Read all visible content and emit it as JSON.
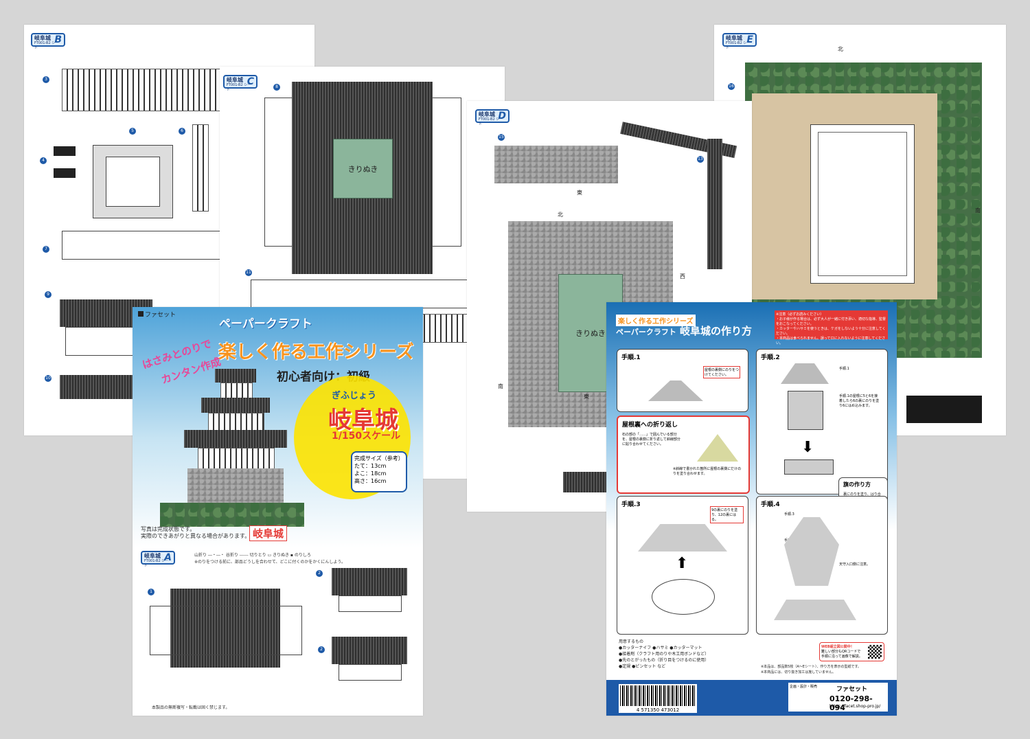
{
  "sheets": {
    "b": {
      "name": "岐阜城",
      "code": "FT001-B2 シート",
      "letter": "B"
    },
    "c": {
      "name": "岐阜城",
      "code": "FT001-B2 シート",
      "letter": "C",
      "cut_label": "きりぬき"
    },
    "d": {
      "name": "岐阜城",
      "code": "FT001-B2 シート",
      "letter": "D",
      "cut_label": "きりぬき",
      "dir_north": "北",
      "dir_east": "東",
      "dir_south": "南",
      "dir_west": "西"
    },
    "e": {
      "name": "岐阜城",
      "code": "FT001-B2 シート",
      "letter": "E",
      "dir_north": "北",
      "dir_south": "南"
    },
    "a": {
      "name": "岐阜城",
      "code": "FT001-B2 シート",
      "letter": "A",
      "legend": "山折り ―・―・ 谷折り ------ 切りとり ▭ きりぬき ▪ のりしろ",
      "legend_note": "※のりをつける前に、部品どうしを合わせて、どこに付くのかをかくにんしよう。",
      "footer": "本製品の無断複写・転載は固く禁じます。"
    }
  },
  "cover": {
    "brand": "ファセット",
    "kicker": "ペーパークラフト",
    "series": "楽しく作る工作シリーズ",
    "tagline_1": "はさみとのりで",
    "tagline_2": "カンタン作成",
    "level": "初心者向け：初級",
    "reading": "ぎふじょう",
    "title": "岐阜城",
    "scale": "1/150スケール",
    "size_heading": "完成サイズ（参考）",
    "size_h": "たて：13cm",
    "size_w": "よこ：18cm",
    "size_d": "高さ：16cm",
    "photo_note_1": "写真は完成状態です。",
    "photo_note_2": "実際のできあがりと異なる場合があります。",
    "nameplate": "岐阜城"
  },
  "manual": {
    "series": "楽しく作る工作シリーズ",
    "kicker": "ペーパークラフト",
    "title": "岐阜城の作り方",
    "notice_title": "※注意（必ずお読みください）",
    "notice_lines": [
      "・お子様が作る場合は、必ず大人が一緒に付き添い、適切な指導、監督をおこなってください。",
      "・カッターやハサミを使うときは、ケガをしないよう十分に注意してください。",
      "・本商品は食べられません。誤って口に入れないように注意してください。"
    ],
    "step1": "手順.1",
    "step1_note": "屋根の裏側にのりをつけてください。",
    "step2": "手順.2",
    "step2_note_1": "手順.1",
    "step2_note_2": "手順.1の屋根に5と6を接着したら6の裏にのりを塗り6にはめ込みます。",
    "fold_title": "屋根裏への折り返し",
    "fold_note": "石の部の「……」で囲んでいる部分を、屋根の裏側に折り返して斜線部分に貼り合わせてください。",
    "fold_note_2": "※斜線で書かれた箇所に屋根の裏側にだけのりを塗り合わせます。",
    "step3": "手順.3",
    "step3_note": "9の裏にのりを塗り、12の裏にはる。",
    "step4": "手順.4",
    "step4_label_a": "手順.3",
    "step4_label_b": "手順.2",
    "step4_note": "天守入口側に注意。",
    "flag_title": "旗の作り方",
    "flag_note": "裏にのりを塗り、はり合わせる。",
    "tools_title": "用意するもの",
    "tools_1": "●カッターナイフ ●ハサミ ●カッターマット",
    "tools_2": "●接着剤（クラフト用のりや木工用ボンドなど）",
    "tools_3": "●先のとがったもの（折り目をつけるのに使用）",
    "tools_4": "●定規 ●ピンセット など",
    "web_title": "WEB組立図公開中！",
    "web_note": "難しい部分もQRコードで手順に沿って画像で解説。",
    "spec_1": "※本品は、部品数5枚（A〜Eシート）、作り方を表示の型紙です。",
    "spec_2": "※本商品には、切り抜き加工は施していません。",
    "maker_label": "企画・設計・販売",
    "maker_brand": "ファセット",
    "phone": "0120-298-094",
    "url": "https://facet.shop-pro.jp/",
    "barcode_num": "4 571350 473012"
  },
  "colors": {
    "accent_blue": "#1e5aa8",
    "title_orange": "#f7931e",
    "notice_red": "#e53935",
    "cut_green": "#8bb59b"
  }
}
